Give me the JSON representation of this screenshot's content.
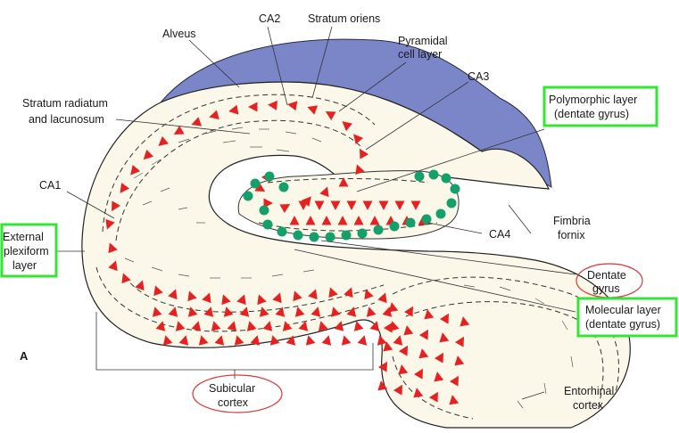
{
  "figure": {
    "panel_letter": "A",
    "labels": {
      "ca2": "CA2",
      "stratum_oriens": "Stratum oriens",
      "alveus": "Alveus",
      "pyramidal_1": "Pyramidal",
      "pyramidal_2": "cell layer",
      "ca3": "CA3",
      "stratum_radiatum_1": "Stratum radiatum",
      "stratum_radiatum_2": "and lacunosum",
      "ca1": "CA1",
      "ca4": "CA4",
      "fimbria_1": "Fimbria",
      "fimbria_2": "fornix",
      "entorhinal_1": "Entorhinal",
      "entorhinal_2": "cortex",
      "subicular_1": "Subicular",
      "subicular_2": "cortex",
      "dentate_1": "Dentate",
      "dentate_2": "gyrus",
      "polymorphic_1": "Polymorphic layer",
      "polymorphic_2": "(dentate gyrus)",
      "molecular_1": "Molecular layer",
      "molecular_2": "(dentate gyrus)",
      "external_1": "External",
      "external_2": "plexiform",
      "external_3": "layer"
    },
    "colors": {
      "alveus_fill": "#7b86c9",
      "tissue_fill": "#fbf8e9",
      "pyramidal_marker": "#e52222",
      "granule_marker": "#14a06a",
      "highlight_box": "#33e633",
      "highlight_ellipse": "#d93a3a"
    }
  }
}
